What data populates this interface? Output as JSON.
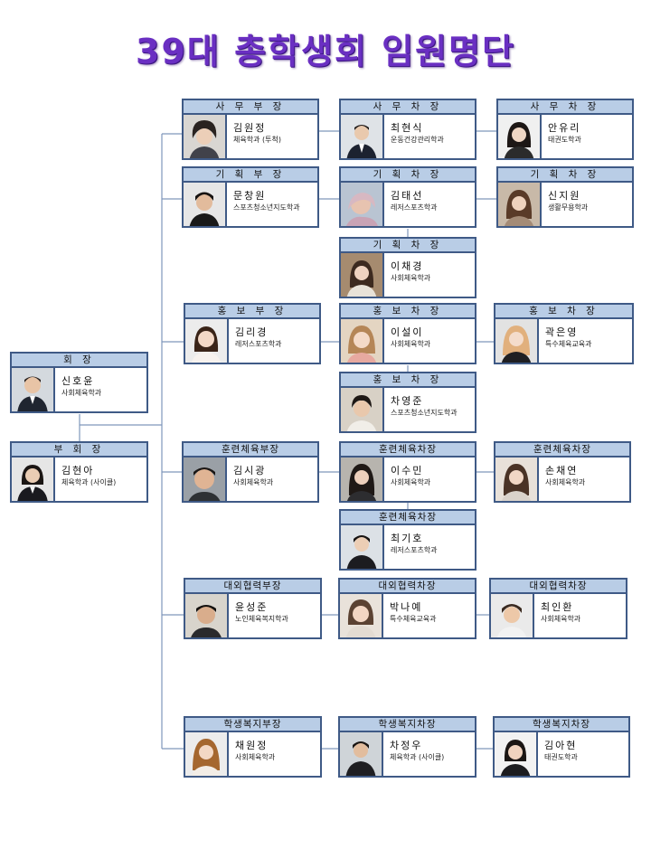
{
  "title": "39대 총학생회 임원명단",
  "colors": {
    "title": "#6a2fc2",
    "header_bg": "#b9cde6",
    "border": "#3f5a86",
    "line": "#7f97bb"
  },
  "members": {
    "president": {
      "role": "회 장",
      "name": "신호윤",
      "dept": "사회체육학과"
    },
    "vice_president": {
      "role": "부 회 장",
      "name": "김현아",
      "dept": "체육학과 (사이클)"
    },
    "admin_dept_head": {
      "role": "사 무 부 장",
      "name": "김원정",
      "dept": "체육학과 (투척)"
    },
    "admin_deputy_1": {
      "role": "사 무 차 장",
      "name": "최현식",
      "dept": "운동건강관리학과"
    },
    "admin_deputy_2": {
      "role": "사 무 차 장",
      "name": "안유리",
      "dept": "태권도학과"
    },
    "planning_dept_head": {
      "role": "기 획 부 장",
      "name": "문창원",
      "dept": "스포츠청소년지도학과"
    },
    "planning_deputy_1": {
      "role": "기 획 차 장",
      "name": "김태선",
      "dept": "레저스포츠학과"
    },
    "planning_deputy_2": {
      "role": "기 획 차 장",
      "name": "신지원",
      "dept": "생활무용학과"
    },
    "planning_deputy_3": {
      "role": "기 획 차 장",
      "name": "이채경",
      "dept": "사회체육학과"
    },
    "pr_dept_head": {
      "role": "홍 보 부 장",
      "name": "김리경",
      "dept": "레저스포츠학과"
    },
    "pr_deputy_1": {
      "role": "홍 보 차 장",
      "name": "이설이",
      "dept": "사회체육학과"
    },
    "pr_deputy_2": {
      "role": "홍 보 차 장",
      "name": "곽은영",
      "dept": "특수체육교육과"
    },
    "pr_deputy_3": {
      "role": "홍 보 차 장",
      "name": "차영준",
      "dept": "스포츠청소년지도학과"
    },
    "training_dept_head": {
      "role": "훈련체육부장",
      "name": "김시광",
      "dept": "사회체육학과"
    },
    "training_deputy_1": {
      "role": "훈련체육차장",
      "name": "이수민",
      "dept": "사회체육학과"
    },
    "training_deputy_2": {
      "role": "훈련체육차장",
      "name": "손채연",
      "dept": "사회체육학과"
    },
    "training_deputy_3": {
      "role": "훈련체육차장",
      "name": "최기호",
      "dept": "레저스포츠학과"
    },
    "external_dept_head": {
      "role": "대외협력부장",
      "name": "윤성준",
      "dept": "노인체육복지학과"
    },
    "external_deputy_1": {
      "role": "대외협력차장",
      "name": "박나예",
      "dept": "특수체육교육과"
    },
    "external_deputy_2": {
      "role": "대외협력차장",
      "name": "최인환",
      "dept": "사회체육학과"
    },
    "welfare_dept_head": {
      "role": "학생복지부장",
      "name": "채원정",
      "dept": "사회체육학과"
    },
    "welfare_deputy_1": {
      "role": "학생복지차장",
      "name": "차정우",
      "dept": "체육학과 (사이클)"
    },
    "welfare_deputy_2": {
      "role": "학생복지차장",
      "name": "김아현",
      "dept": "태권도학과"
    }
  }
}
